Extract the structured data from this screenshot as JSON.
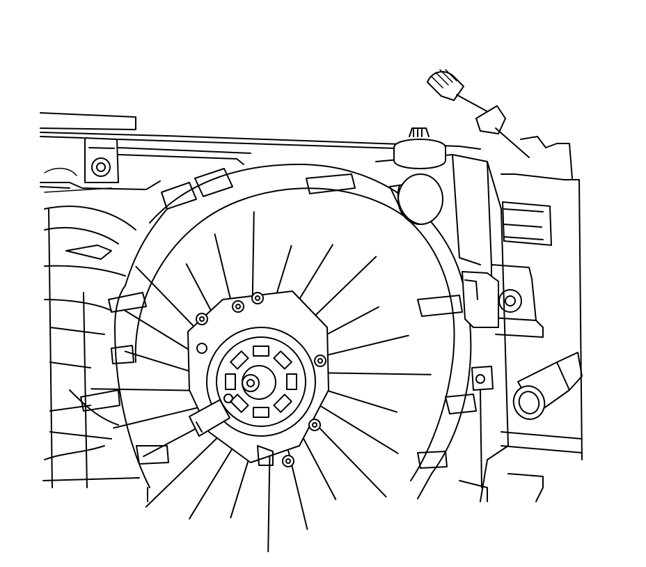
{
  "figure": {
    "background": "#ffffff",
    "line_color": "#000000",
    "components": [
      "radiator-tank",
      "radiator-core-support",
      "cooling-fan-shroud",
      "cooling-fan-blades",
      "fan-motor",
      "motor-electrical-connector",
      "shroud-mounting-bolts",
      "radiator-hose-outlet",
      "drain-valve-tool"
    ]
  }
}
